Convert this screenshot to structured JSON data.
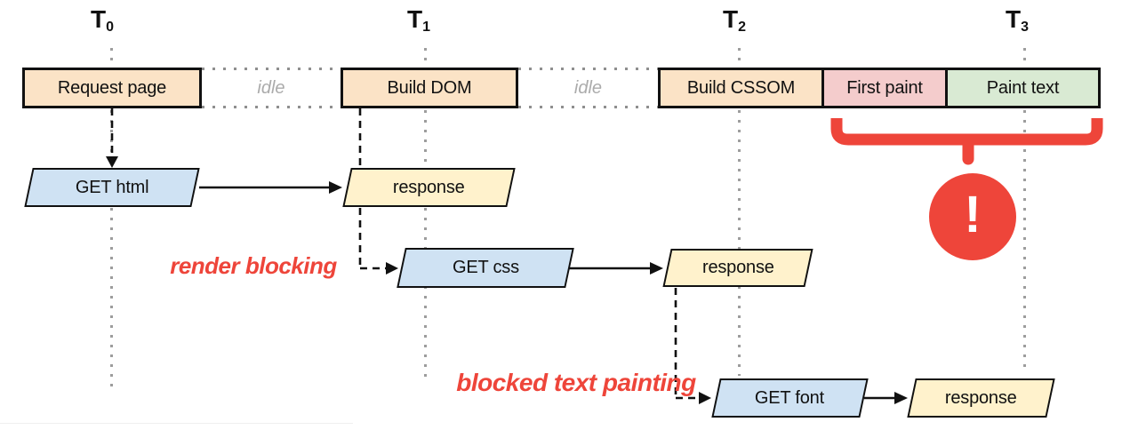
{
  "timeline": {
    "markers": [
      {
        "t": "T",
        "sub": "0"
      },
      {
        "t": "T",
        "sub": "1"
      },
      {
        "t": "T",
        "sub": "2"
      },
      {
        "t": "T",
        "sub": "3"
      }
    ],
    "segments": [
      {
        "label": "Request page"
      },
      {
        "label": "idle"
      },
      {
        "label": "Build DOM"
      },
      {
        "label": "idle"
      },
      {
        "label": "Build CSSOM"
      },
      {
        "label": "First paint"
      },
      {
        "label": "Paint text"
      }
    ]
  },
  "requests": {
    "get_html": "GET html",
    "response_html": "response",
    "get_css": "GET css",
    "response_css": "response",
    "get_font": "GET font",
    "response_font": "response"
  },
  "annotations": {
    "render_blocking": "render blocking",
    "blocked_text_painting": "blocked text painting",
    "warning_mark": "!"
  },
  "colors": {
    "process_box": "#fbe3c6",
    "first_paint_box": "#f4cccc",
    "paint_text_box": "#d9ead3",
    "request_box": "#cfe2f3",
    "response_box": "#fff2cc",
    "alert_red": "#ee453a",
    "idle_text": "#ababab"
  }
}
